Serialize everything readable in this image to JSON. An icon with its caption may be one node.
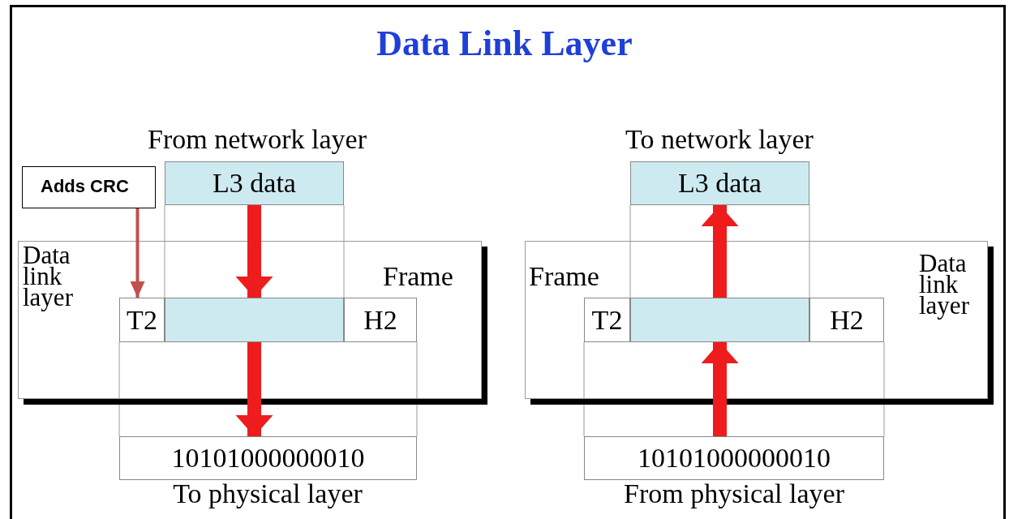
{
  "diagram": {
    "title": "Data Link Layer",
    "nodes": [
      {
        "text": [
          "Adds CRC"
        ]
      },
      {
        "text": [
          "L3 data"
        ],
        "beside": [
          "From network layer"
        ]
      },
      {
        "text": [
          "Data link layer"
        ]
      },
      {
        "text": [],
        "shape": "box",
        "in": 2,
        "beside": [
          "Frame"
        ]
      },
      {
        "text": [
          "T2"
        ],
        "in": 3
      },
      {
        "text": [],
        "shape": "box",
        "in": 3
      },
      {
        "text": [
          "H2"
        ],
        "in": 3
      },
      {
        "text": [
          "10101000000010"
        ],
        "beside": [
          "To physical layer"
        ]
      },
      {
        "text": [
          "L3 data"
        ],
        "beside": [
          "To network layer"
        ]
      },
      {
        "text": [
          "Data link layer"
        ]
      },
      {
        "text": [],
        "shape": "box",
        "in": 9,
        "beside": [
          "Frame"
        ]
      },
      {
        "text": [
          "T2"
        ],
        "in": 10
      },
      {
        "text": [],
        "shape": "box",
        "in": 10
      },
      {
        "text": [
          "H2"
        ],
        "in": 10
      },
      {
        "text": [
          "10101000000010"
        ],
        "beside": [
          "From physical layer"
        ]
      }
    ],
    "edges": [
      {
        "from": 0,
        "to": 4,
        "arrow": "to",
        "color": "#c0504d"
      },
      {
        "from": 1,
        "to": 5,
        "arrow": "to"
      },
      {
        "from": 5,
        "to": 7,
        "arrow": "to"
      },
      {
        "from": 14,
        "to": 12,
        "arrow": "to"
      },
      {
        "from": 12,
        "to": 8,
        "arrow": "to"
      }
    ]
  }
}
